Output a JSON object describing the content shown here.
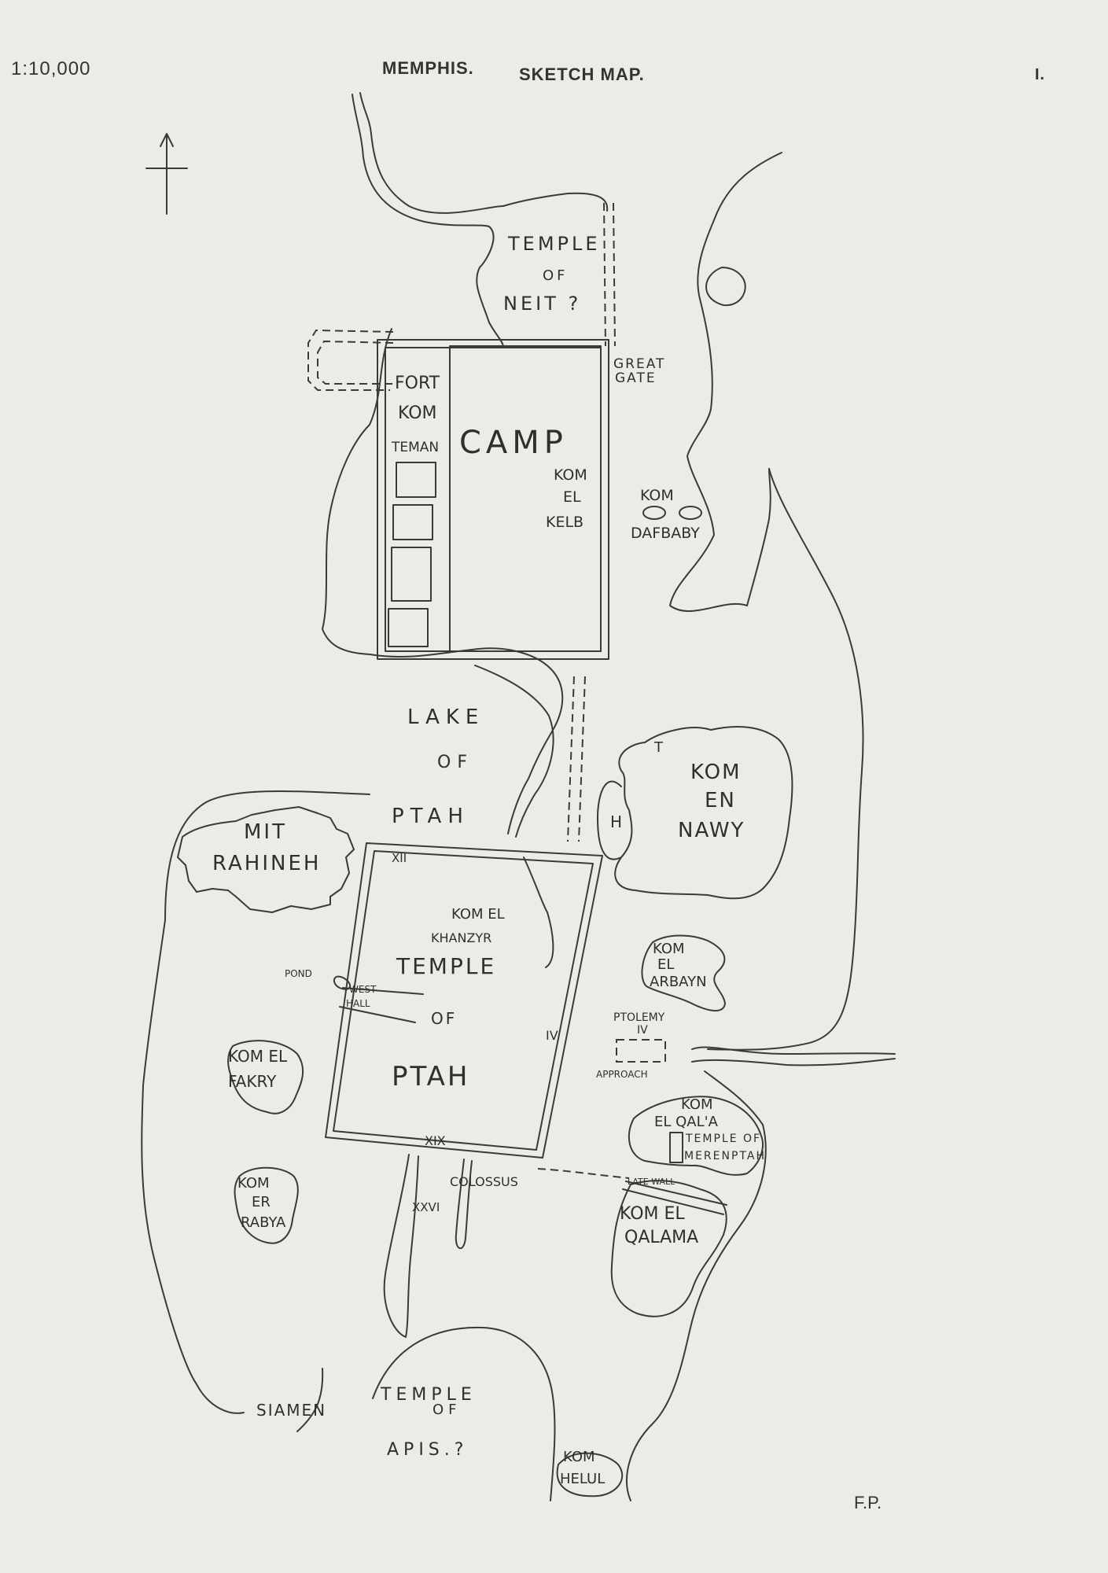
{
  "header": {
    "scale": "1:10,000",
    "title": "MEMPHIS.",
    "subtitle": "SKETCH MAP.",
    "plate": "I."
  },
  "footer": {
    "initials": "F.P."
  },
  "icons": {
    "north_arrow": "north-arrow-icon"
  },
  "labels": {
    "temple_neit": [
      "TEMPLE",
      "OF",
      "NEIT ?"
    ],
    "great_gate": [
      "GREAT",
      "GATE"
    ],
    "fort": [
      "FORT",
      "KOM",
      "TEMAN"
    ],
    "camp": "CAMP",
    "kom_el_kelb": [
      "KOM",
      "EL",
      "KELB"
    ],
    "kom_dafbaby": [
      "KOM",
      "DAFBABY"
    ],
    "lake": [
      "LAKE",
      "OF",
      "PTAH"
    ],
    "mit_rahineh": [
      "MIT",
      "RAHINEH"
    ],
    "kom_en_nawy": [
      "KOM",
      "EN",
      "NAWY"
    ],
    "marker_t": "T",
    "marker_h": "H",
    "xii": "XII",
    "kom_el_khanzyr": [
      "KOM EL",
      "KHANZYR"
    ],
    "temple_ptah": [
      "TEMPLE",
      "OF",
      "PTAH"
    ],
    "pond": "POND",
    "west_hall": [
      "WEST",
      "HALL"
    ],
    "iv": "IV",
    "kom_el_arbayn": [
      "KOM",
      "EL",
      "ARBAYN"
    ],
    "ptolemy": [
      "PTOLEMY",
      "IV"
    ],
    "approach": "APPROACH",
    "kom_el_fakry": [
      "KOM EL",
      "FAKRY"
    ],
    "xix": "XIX",
    "colossus": "COLOSSUS",
    "xxvi": "XXVI",
    "kom_el_qala": [
      "KOM",
      "EL QAL'A"
    ],
    "temple_merenptah": [
      "TEMPLE OF",
      "MERENPTAH"
    ],
    "late_wall": "LATE WALL",
    "kom_el_qalama": [
      "KOM EL",
      "QALAMA"
    ],
    "kom_er_rabya": [
      "KOM",
      "ER",
      "RABYA"
    ],
    "siamen": "SIAMEN",
    "temple_apis": [
      "TEMPLE",
      "OF",
      "APIS.?"
    ],
    "kom_helul": [
      "KOM",
      "HELUL"
    ]
  }
}
